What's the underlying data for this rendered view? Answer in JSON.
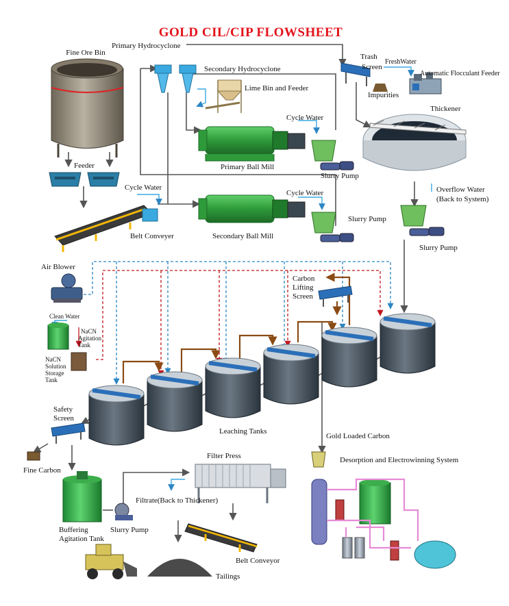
{
  "title": "GOLD CIL/CIP FLOWSHEET",
  "labels": {
    "fine_ore_bin": "Fine Ore Bin",
    "primary_hydrocyclone": "Primary Hydrocyclone",
    "secondary_hydrocyclone": "Secondary Hydrocyclone",
    "trash_screen_1": "Trash",
    "trash_screen_2": "Screen",
    "fresh_water": "FreshWater",
    "automatic_flocculant_feeder": "Automatic Flocculant Feeder",
    "impurities": "Impurities",
    "lime_bin_and_feeder": "Lime Bin and Feeder",
    "thickener": "Thickener",
    "cycle_water_1": "Cycle Water",
    "primary_ball_mill": "Primary Ball Mill",
    "feeder": "Feeder",
    "slurry_pump_1": "Slurry Pump",
    "overflow_water_1": "Overflow Water",
    "overflow_water_2": "(Back to System)",
    "cycle_water_2": "Cycle Water",
    "cycle_water_3": "Cycle Water",
    "secondary_ball_mill": "Secondary Ball Mill",
    "belt_conveyer": "Belt Conveyer",
    "slurry_pump_2": "Slurry Pump",
    "slurry_pump_3": "Slurry Pump",
    "air_blower": "Air Blower",
    "carbon_lifting_screen_1": "Carbon",
    "carbon_lifting_screen_2": "Lifting",
    "carbon_lifting_screen_3": "Screen",
    "clean_water": "Clean Water",
    "nacn_agitation_1": "NaCN",
    "nacn_agitation_2": "Agitation",
    "nacn_agitation_3": "Tank",
    "nacn_storage_1": "NaCN",
    "nacn_storage_2": "Solution",
    "nacn_storage_3": "Storage",
    "nacn_storage_4": "Tank",
    "leaching_tanks": "Leaching Tanks",
    "safety_screen_1": "Safety",
    "safety_screen_2": "Screen",
    "gold_loaded_carbon": "Gold Loaded Carbon",
    "fine_carbon": "Fine Carbon",
    "desorption_system": "Desorption and Electrowinning System",
    "filter_press": "Filter Press",
    "filtrate": "Filtrate(Back to Thickener)",
    "buffering_1": "Buffering",
    "buffering_2": "Agitation Tank",
    "slurry_pump_4": "Slurry Pump",
    "belt_conveyor_2": "Belt Conveyor",
    "tailings": "Tailings"
  },
  "colors": {
    "title": "#e3121b",
    "process_line": "#555555",
    "water_line": "#3aa9e0",
    "air_line": "#2c86c4",
    "nacn_line": "#c0171e",
    "carbon_line": "#8a4b14",
    "mill_green": "#2e9a3a",
    "tank_gray": "#4a5560",
    "tank_blue_band": "#2b6fb8"
  },
  "icons": [
    "fine-ore-bin-icon",
    "hydrocyclone-icon",
    "lime-bin-icon",
    "ball-mill-icon",
    "feeder-icon",
    "belt-conveyer-icon",
    "slurry-pump-icon",
    "thickener-icon",
    "trash-screen-icon",
    "flocculant-feeder-icon",
    "air-blower-icon",
    "agitation-tank-icon",
    "leaching-tank-icon",
    "vibrating-screen-icon",
    "filter-press-icon",
    "loader-icon",
    "tailings-pile-icon",
    "electrowinning-system-icon"
  ]
}
